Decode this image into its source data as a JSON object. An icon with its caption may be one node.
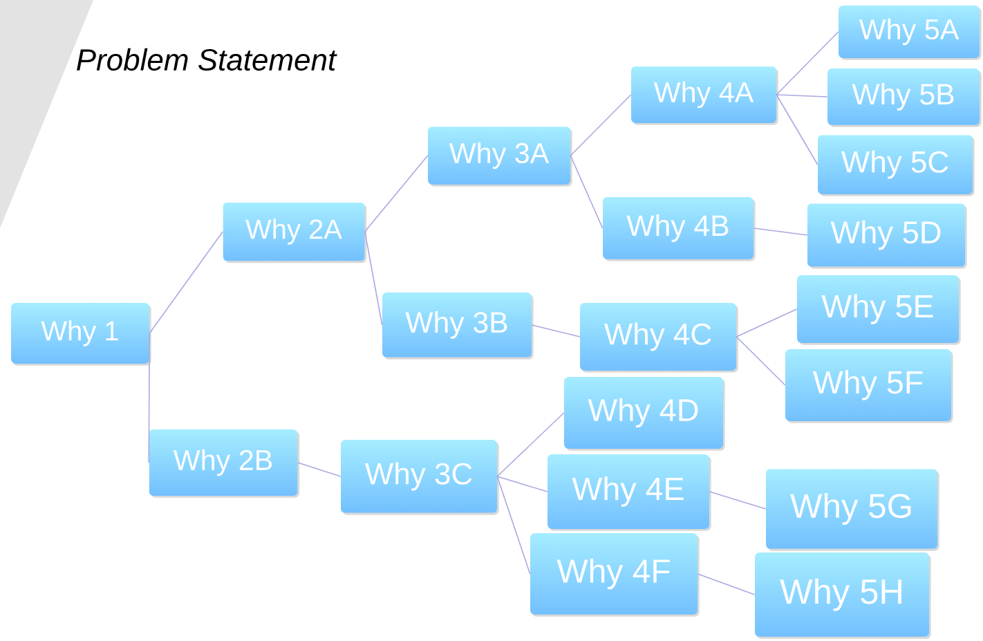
{
  "diagram": {
    "title": "Problem Statement",
    "nodes": [
      {
        "text": [
          "Why 1"
        ]
      },
      {
        "text": [
          "Why 2A"
        ]
      },
      {
        "text": [
          "Why 2B"
        ]
      },
      {
        "text": [
          "Why 3A"
        ]
      },
      {
        "text": [
          "Why 3B"
        ]
      },
      {
        "text": [
          "Why 3C"
        ]
      },
      {
        "text": [
          "Why 4A"
        ]
      },
      {
        "text": [
          "Why 4B"
        ]
      },
      {
        "text": [
          "Why 4C"
        ]
      },
      {
        "text": [
          "Why 4D"
        ]
      },
      {
        "text": [
          "Why 4E"
        ]
      },
      {
        "text": [
          "Why 4F"
        ]
      },
      {
        "text": [
          "Why 5A"
        ]
      },
      {
        "text": [
          "Why 5B"
        ]
      },
      {
        "text": [
          "Why 5C"
        ]
      },
      {
        "text": [
          "Why 5D"
        ]
      },
      {
        "text": [
          "Why 5E"
        ]
      },
      {
        "text": [
          "Why 5F"
        ]
      },
      {
        "text": [
          "Why 5G"
        ]
      },
      {
        "text": [
          "Why 5H"
        ]
      }
    ],
    "edges": [
      {
        "from": 0,
        "to": 1,
        "arrow": "none"
      },
      {
        "from": 0,
        "to": 2,
        "arrow": "none"
      },
      {
        "from": 1,
        "to": 3,
        "arrow": "none"
      },
      {
        "from": 1,
        "to": 4,
        "arrow": "none"
      },
      {
        "from": 2,
        "to": 5,
        "arrow": "none"
      },
      {
        "from": 3,
        "to": 6,
        "arrow": "none"
      },
      {
        "from": 3,
        "to": 7,
        "arrow": "none"
      },
      {
        "from": 4,
        "to": 8,
        "arrow": "none"
      },
      {
        "from": 5,
        "to": 9,
        "arrow": "none"
      },
      {
        "from": 5,
        "to": 10,
        "arrow": "none"
      },
      {
        "from": 5,
        "to": 11,
        "arrow": "none"
      },
      {
        "from": 6,
        "to": 12,
        "arrow": "none"
      },
      {
        "from": 6,
        "to": 13,
        "arrow": "none"
      },
      {
        "from": 6,
        "to": 14,
        "arrow": "none"
      },
      {
        "from": 7,
        "to": 15,
        "arrow": "none"
      },
      {
        "from": 8,
        "to": 16,
        "arrow": "none"
      },
      {
        "from": 8,
        "to": 17,
        "arrow": "none"
      },
      {
        "from": 10,
        "to": 18,
        "arrow": "none"
      },
      {
        "from": 11,
        "to": 19,
        "arrow": "none"
      }
    ]
  }
}
